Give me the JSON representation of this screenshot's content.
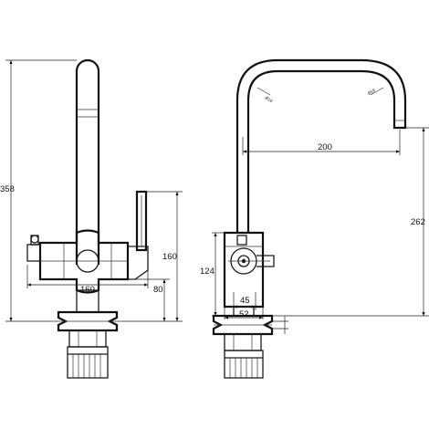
{
  "dimensions": {
    "left_height": "358",
    "left_handle_height": "160",
    "left_base_width": "160",
    "left_base_height": "80",
    "right_reach": "200",
    "right_spout_height": "262",
    "right_body_height": "124",
    "right_inner_width": "45",
    "right_outer_width": "52",
    "spout_dia_left": "Ø18",
    "spout_dia_right": "Ø18"
  },
  "colors": {
    "line": "#1a1a1a",
    "background": "#ffffff"
  }
}
